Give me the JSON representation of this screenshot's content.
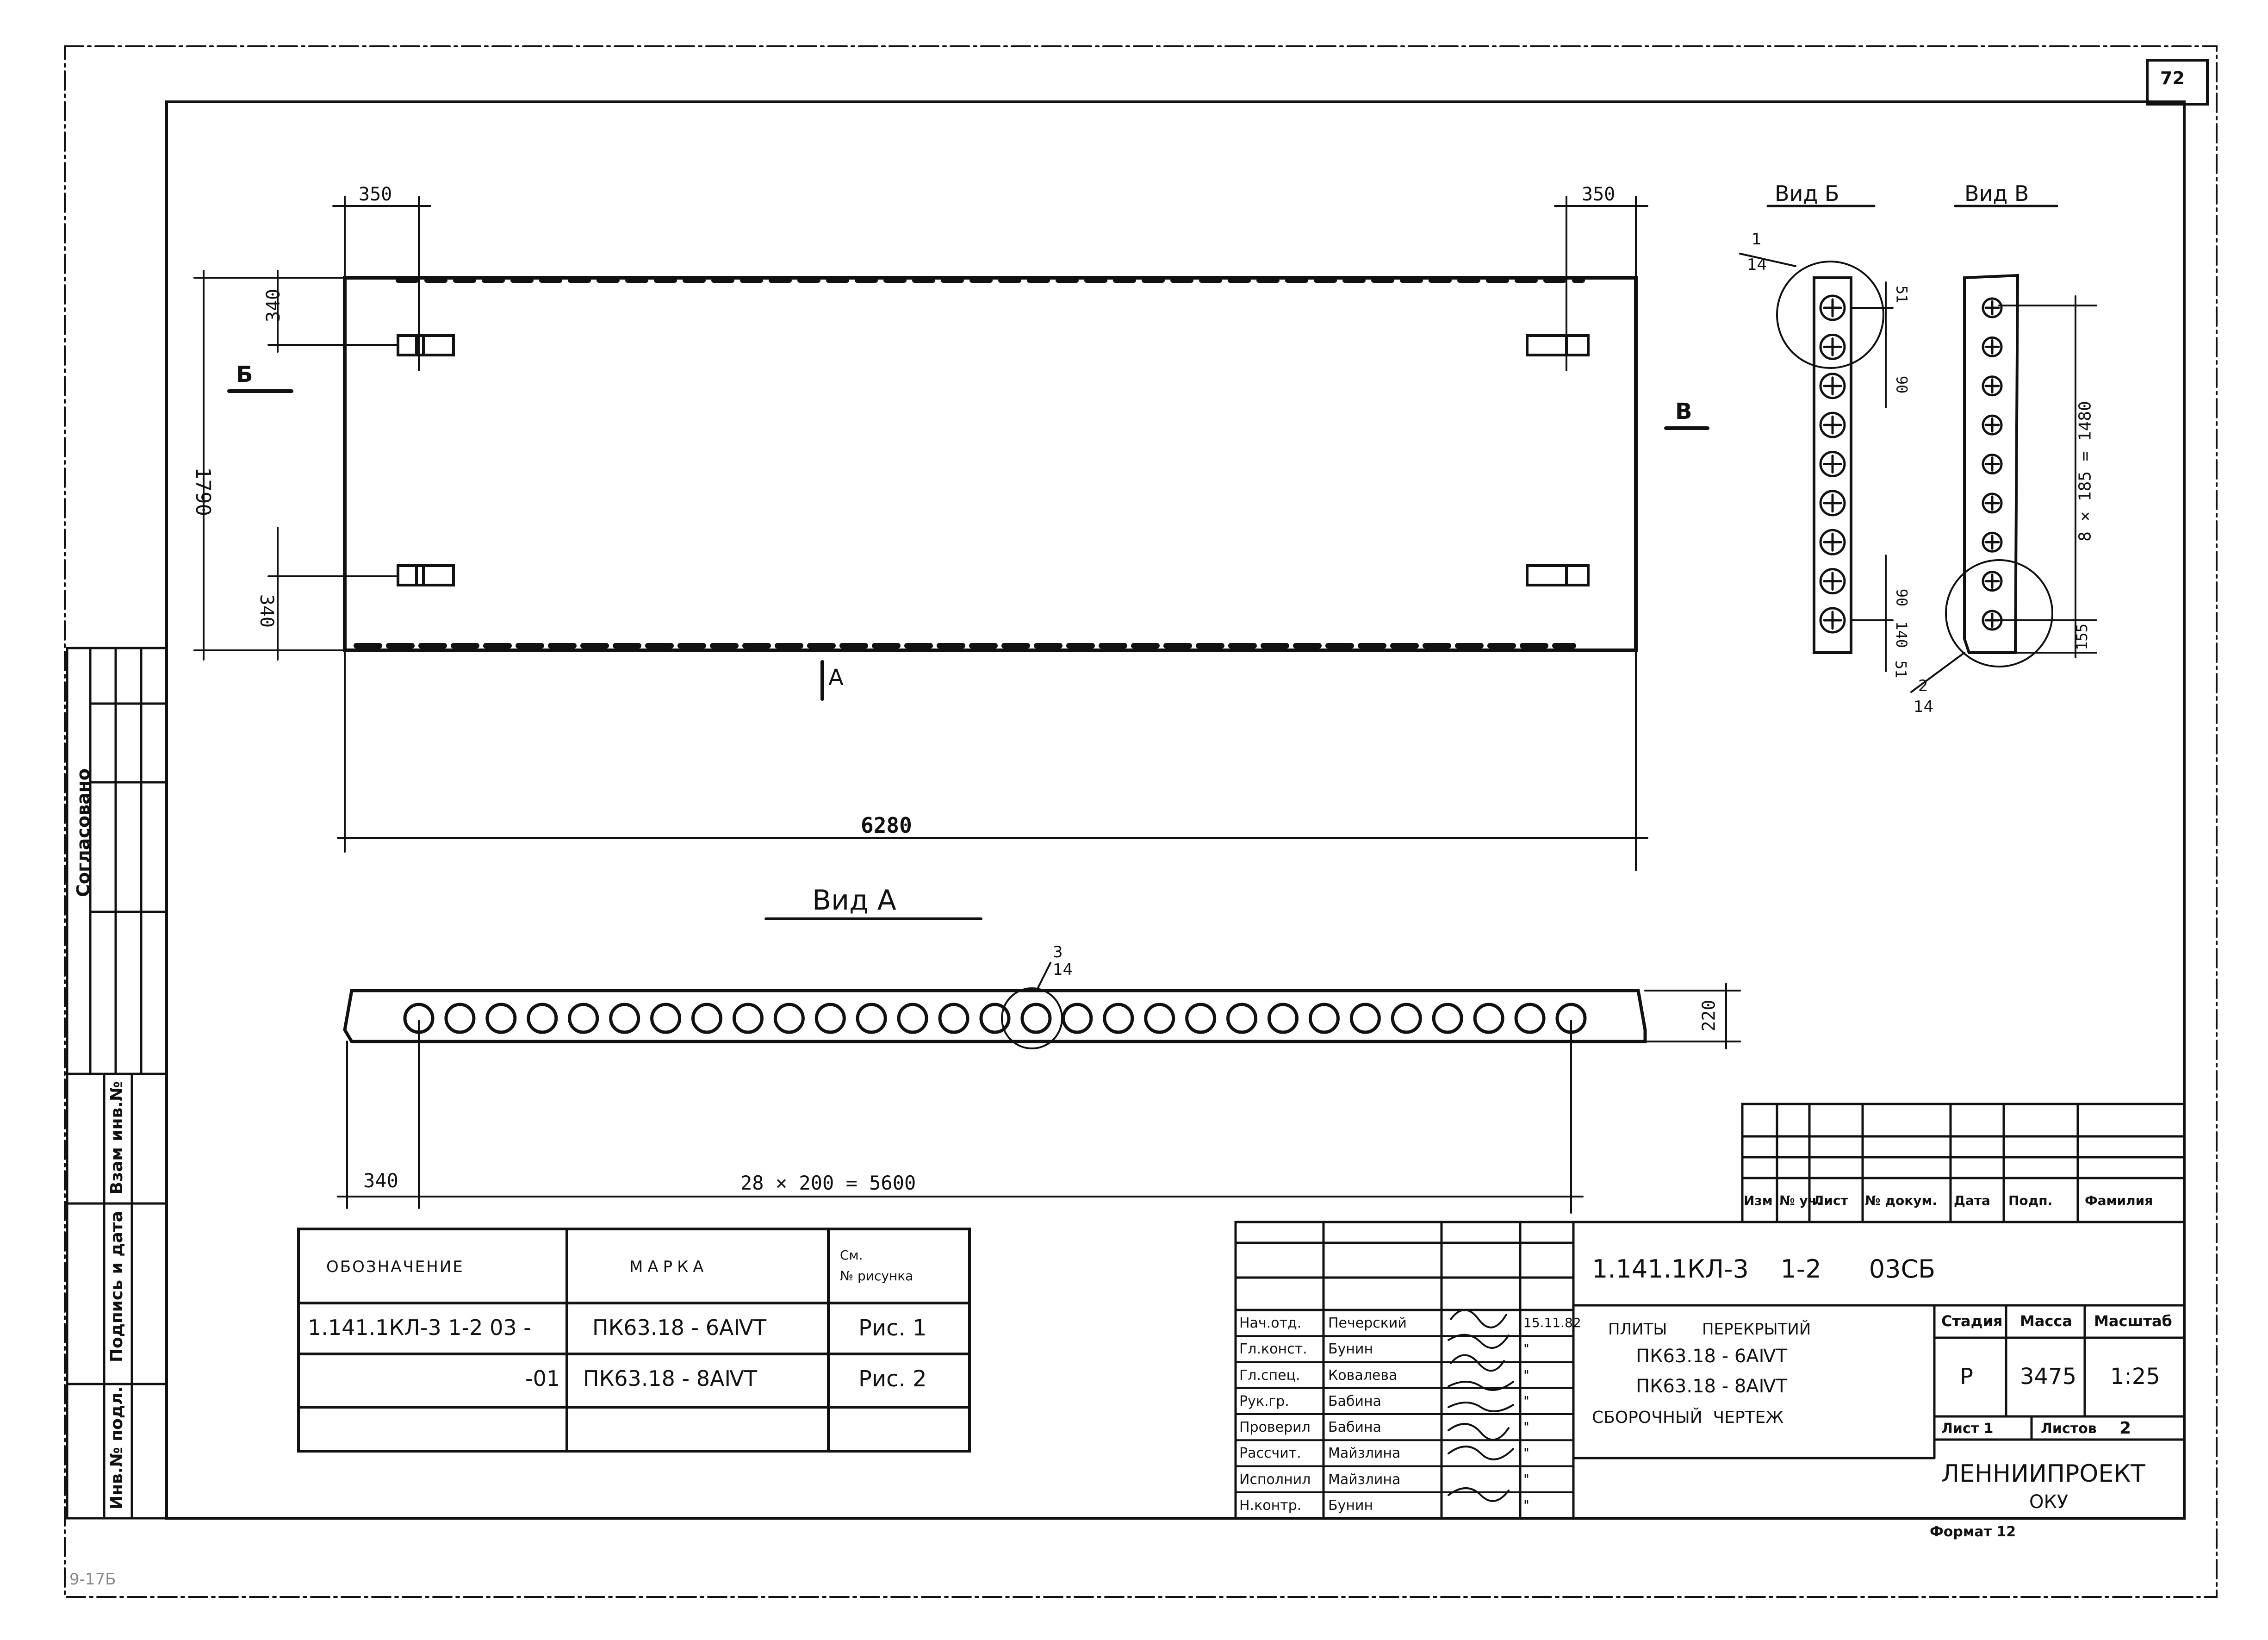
{
  "sheet_number": "72",
  "side_stamp": {
    "agreed": "Согласовано",
    "swap_inv_no": "Взам инв.№",
    "sign_date": "Подпись и дата",
    "orig_inv_no": "Инв.№ подл."
  },
  "bottom_left_mark": "9-17Б",
  "plan": {
    "dims_top_left": "350",
    "dims_top_right": "350",
    "dim_left_upper": "340",
    "dim_left_height": "1790",
    "dim_left_lower": "340",
    "dim_length": "6280",
    "arrow_b": "Б",
    "arrow_v": "В",
    "arrow_a": "А"
  },
  "view_a": {
    "title": "Вид А",
    "callout_top": "3",
    "callout_bottom": "14",
    "dim_edge": "340",
    "dim_pitch": "28 × 200 = 5600",
    "dim_height": "220",
    "hole_count": 29
  },
  "view_b": {
    "title": "Вид Б",
    "callout_top": "1",
    "callout_bottom": "14",
    "dim_top": "51",
    "dim_second": "90",
    "dim_lower": "90",
    "dim_bottom1": "140",
    "dim_bottom2": "51",
    "insert_count": 9
  },
  "view_v": {
    "title": "Вид В",
    "callout_top": "2",
    "callout_bottom": "14",
    "dim_total": "8 × 185 = 1480",
    "dim_bottom": "155",
    "insert_count": 9
  },
  "spec_table": {
    "headers": [
      "ОБОЗНАЧЕНИЕ",
      "МАРКА",
      "См.\n№ рисунка"
    ],
    "rows": [
      [
        "1.141.1КЛ-3  1-2  03 -",
        "ПК63.18 - 6АⅣТ",
        "Рис. 1"
      ],
      [
        "-01",
        "ПК63.18 - 8АⅣТ",
        "Рис. 2"
      ],
      [
        "",
        "",
        ""
      ]
    ]
  },
  "title_block": {
    "revision_headers": [
      "Изм",
      "№ уч.",
      "Лист",
      "№ докум.",
      "Дата",
      "Подп.",
      "Фамилия"
    ],
    "designation": "1.141.1КЛ-3    1-2      03СБ",
    "title_lines": [
      "ПЛИТЫ       ПЕРЕКРЫТИЙ",
      "ПК63.18 - 6АⅣТ",
      "ПК63.18 - 8АⅣТ",
      "СБОРОЧНЫЙ  ЧЕРТЕЖ"
    ],
    "staff": [
      {
        "role": "Нач.отд.",
        "name": "Печерский",
        "date": "15.11.82"
      },
      {
        "role": "Гл.конст.",
        "name": "Бунин",
        "date": "\""
      },
      {
        "role": "Гл.спец.",
        "name": "Ковалева",
        "date": "\""
      },
      {
        "role": "Рук.гр.",
        "name": "Бабина",
        "date": "\""
      },
      {
        "role": "Проверил",
        "name": "Бабина",
        "date": "\""
      },
      {
        "role": "Рассчит.",
        "name": "Майзлина",
        "date": "\""
      },
      {
        "role": "Исполнил",
        "name": "Майзлина",
        "date": "\""
      },
      {
        "role": "Н.контр.",
        "name": "Бунин",
        "date": "\""
      }
    ],
    "stage_label": "Стадия",
    "mass_label": "Масса",
    "scale_label": "Масштаб",
    "stage": "Р",
    "mass": "3475",
    "scale": "1:25",
    "sheet_label": "Лист 1",
    "sheets_label": "Листов",
    "sheets_total": "2",
    "org": "ЛЕННИИПРОЕКТ",
    "dept": "ОКУ",
    "format": "Формат 12"
  },
  "colors": {
    "ink": "#111111",
    "paper": "#ffffff"
  }
}
